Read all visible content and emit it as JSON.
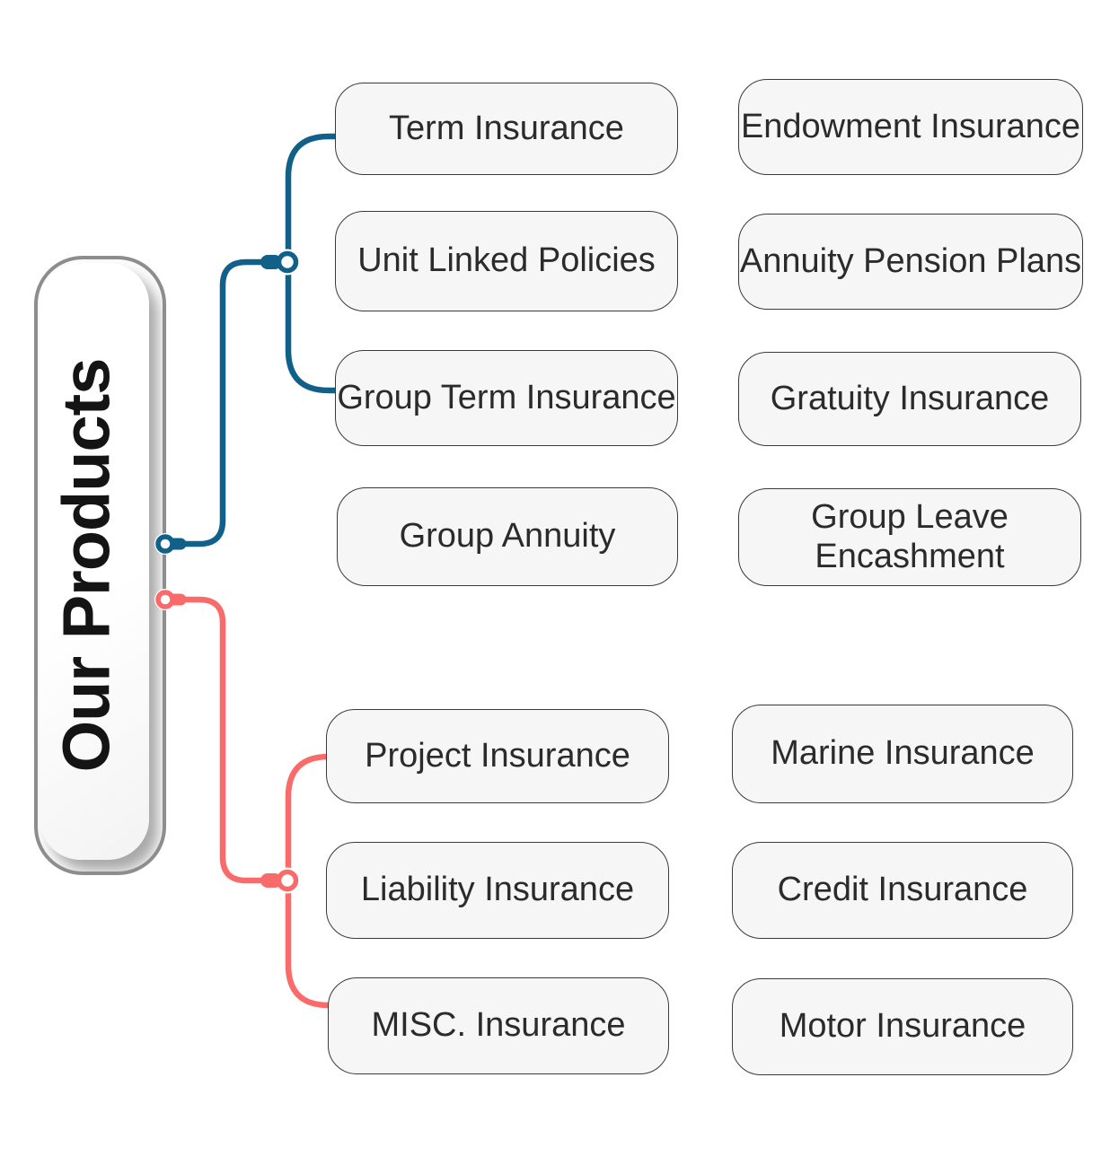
{
  "title": {
    "label": "Our Products"
  },
  "colors": {
    "background": "#ffffff",
    "line_blue": "#10608a",
    "line_red": "#f96a6a",
    "box_border": "#3a3a3a",
    "box_fill": "#f6f6f6",
    "frame_border": "#8d8d8d",
    "frame_fill": "#fbfbfb",
    "text_dark": "#2b2b2b",
    "title_color": "#141414"
  },
  "groups": [
    {
      "name": "group-1",
      "accent": "blue",
      "items_left": [
        {
          "label": "Term Insurance"
        },
        {
          "label": "Unit Linked Policies"
        },
        {
          "label": "Group Term Insurance"
        },
        {
          "label": "Group Annuity"
        }
      ],
      "items_right": [
        {
          "label": "Endowment Insurance"
        },
        {
          "label": "Annuity Pension Plans"
        },
        {
          "label": "Gratuity Insurance"
        },
        {
          "label": "Group Leave\nEncashment"
        }
      ]
    },
    {
      "name": "group-2",
      "accent": "red",
      "items_left": [
        {
          "label": "Project Insurance"
        },
        {
          "label": "Liability Insurance"
        },
        {
          "label": "MISC. Insurance"
        }
      ],
      "items_right": [
        {
          "label": "Marine Insurance"
        },
        {
          "label": "Credit Insurance"
        },
        {
          "label": "Motor Insurance"
        }
      ]
    }
  ]
}
